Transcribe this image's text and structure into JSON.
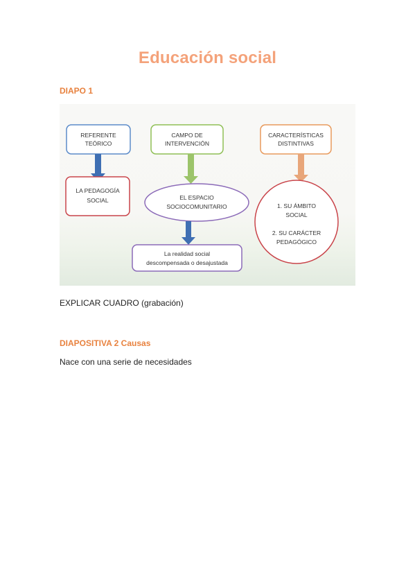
{
  "title": "Educación social",
  "section1": {
    "heading": "DIAPO 1",
    "diagram": {
      "col1_top": [
        "REFERENTE",
        "TEÓRICO"
      ],
      "col1_bottom": [
        "LA PEDAGOGÍA",
        "SOCIAL"
      ],
      "col2_top": [
        "CAMPO DE",
        "INTERVENCIÓN"
      ],
      "col2_ellipse": [
        "EL ESPACIO",
        "SOCIOCOMUNITARIO"
      ],
      "col2_bottom": [
        "La realidad social",
        "descompensada o desajustada"
      ],
      "col3_top": [
        "CARACTERÍSTICAS",
        "DISTINTIVAS"
      ],
      "col3_circle": [
        "1.   SU ÁMBITO",
        "SOCIAL",
        "2. SU CARÁCTER",
        "PEDAGÓGICO"
      ],
      "colors": {
        "blue_border": "#5b8bc9",
        "blue_arrow": "#3f6fb3",
        "green_border": "#8fbf55",
        "green_arrow": "#9cc46a",
        "orange_border": "#e89a5c",
        "orange_arrow": "#e8a67a",
        "red_border": "#c9444a",
        "purple_border": "#8b6ab8"
      }
    },
    "note": "EXPLICAR CUADRO (grabación)"
  },
  "section2": {
    "heading": "DIAPOSITIVA 2 Causas",
    "text": "Nace con una serie de necesidades"
  }
}
